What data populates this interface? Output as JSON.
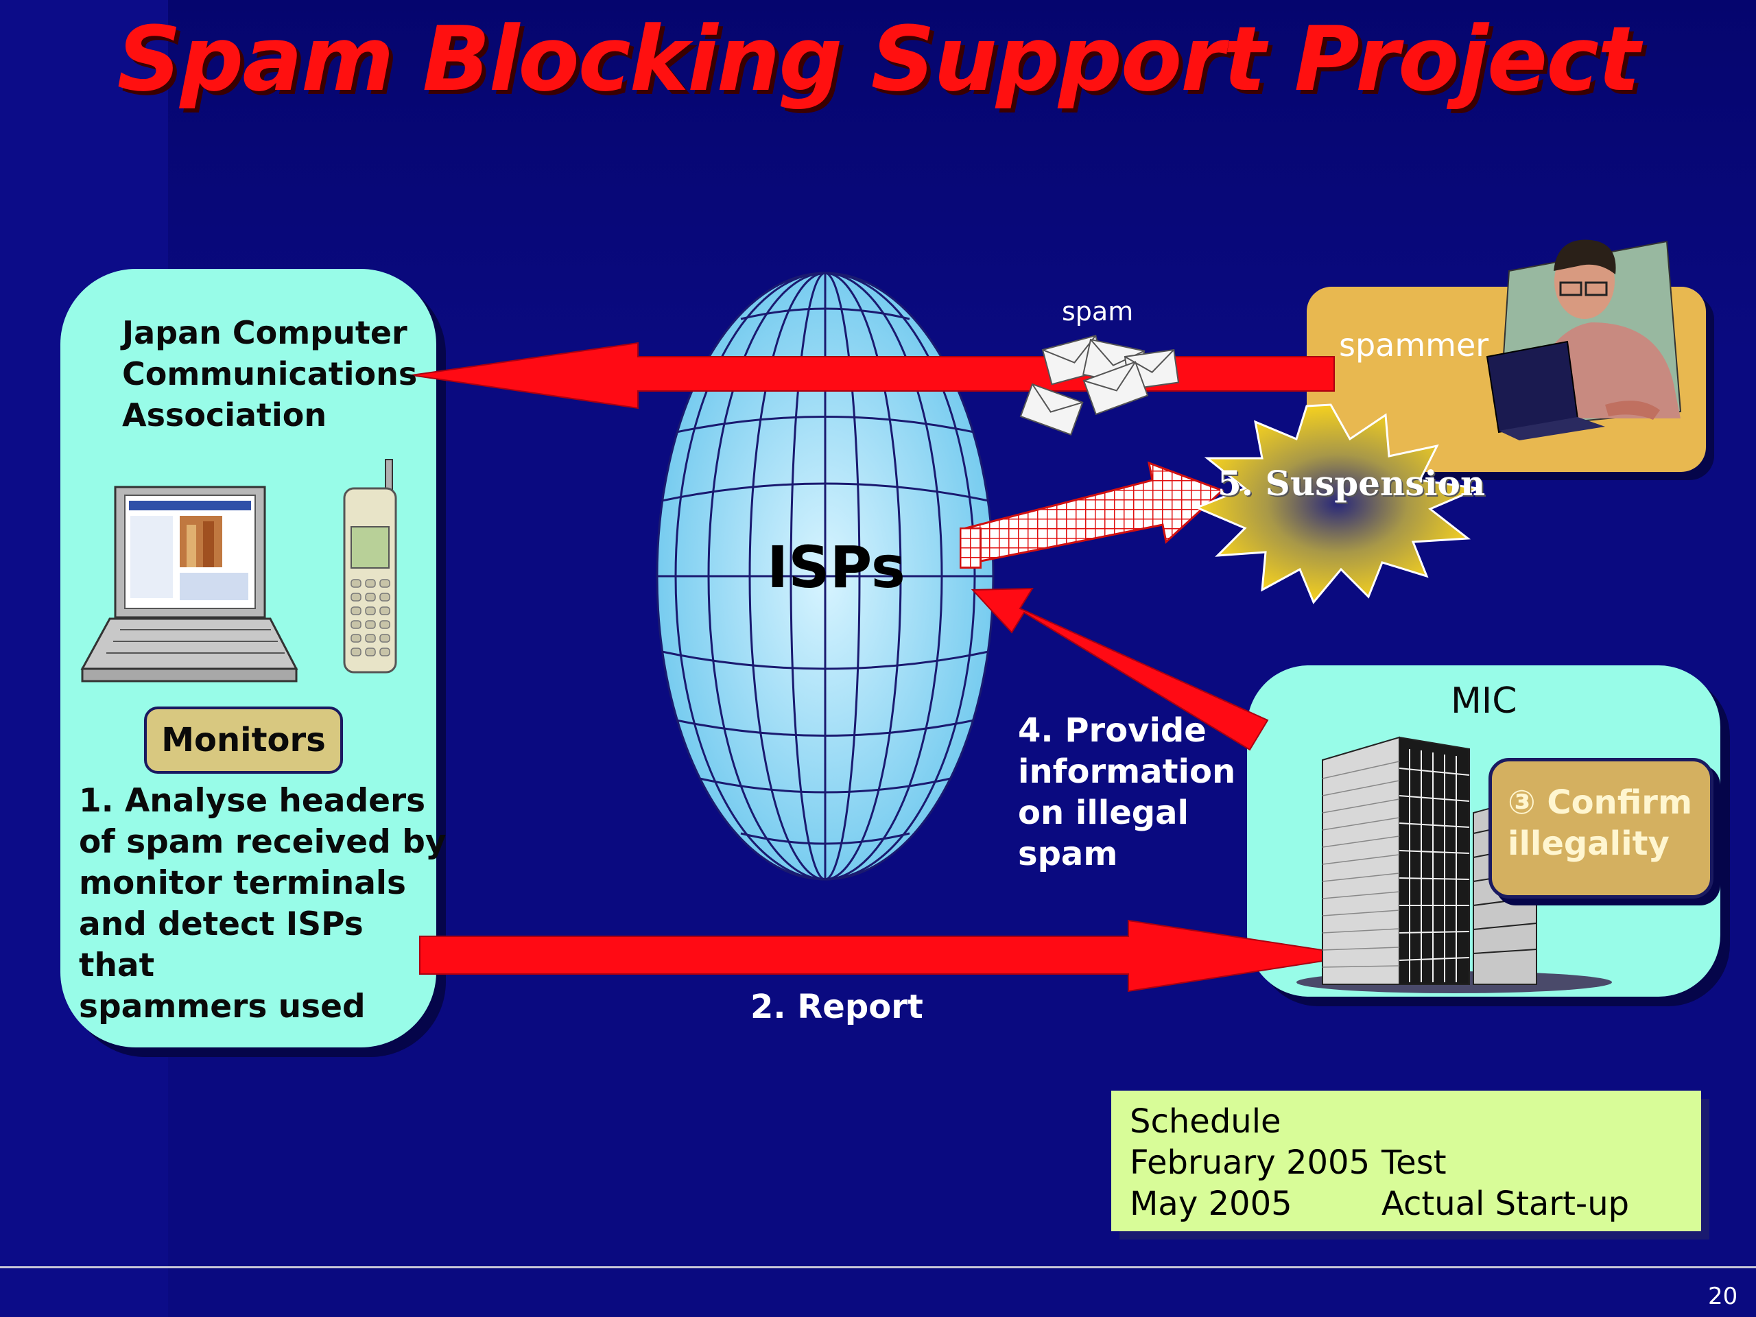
{
  "title": "Spam Blocking Support Project",
  "jcca": {
    "line1": "Japan Computer",
    "line2": "Communications",
    "line3": "Association"
  },
  "monitors_label": "Monitors",
  "step1": {
    "line1": "1. Analyse headers",
    "line2": "of spam received by",
    "line3": "monitor terminals",
    "line4": "and detect ISPs that",
    "line5": "spammers used"
  },
  "isps_label": "ISPs",
  "spam_label": "spam",
  "spammer_label": "spammer",
  "suspension_label": "5. Suspension",
  "mic_label": "MIC",
  "confirm": {
    "line1": "③ Confirm",
    "line2": "illegality"
  },
  "step4": {
    "line1": "4. Provide",
    "line2": "information",
    "line3": "on illegal",
    "line4": "spam"
  },
  "step2_label": "2. Report",
  "schedule": {
    "heading": "Schedule",
    "rows": [
      {
        "date": "February 2005",
        "event": "Test"
      },
      {
        "date": "May 2005",
        "event": "Actual Start-up"
      }
    ]
  },
  "page_number": "20",
  "colors": {
    "background": "#0a0a80",
    "title": "#ff1010",
    "panel": "#98fce8",
    "arrow": "#ff0a14",
    "schedule_box": "#d8fc98"
  }
}
